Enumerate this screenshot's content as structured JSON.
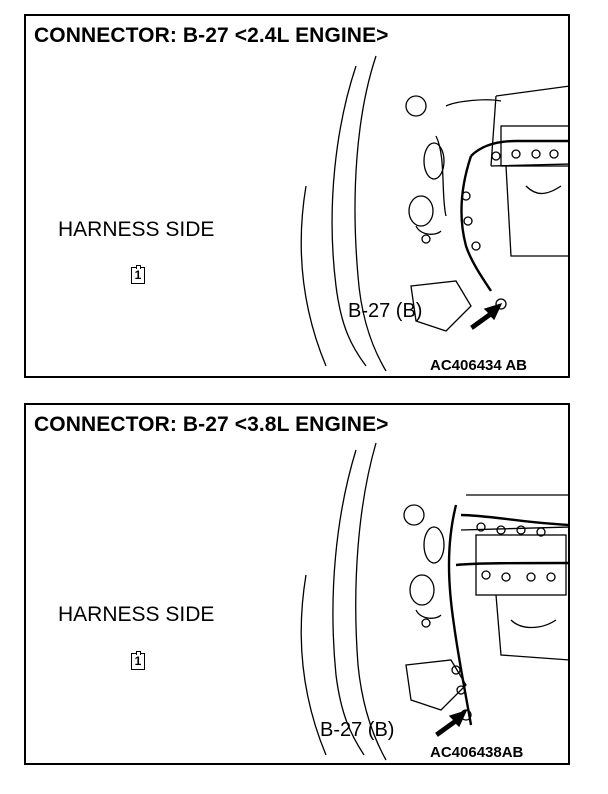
{
  "panels": [
    {
      "title": "CONNECTOR: B-27 <2.4L ENGINE>",
      "harness_side": "HARNESS SIDE",
      "pin_number": "1",
      "connector_label": "B-27 (B)",
      "figure_code": "AC406434 AB",
      "icons": [
        "connector-pin-icon",
        "pointer-arrow-icon"
      ]
    },
    {
      "title": "CONNECTOR: B-27 <3.8L ENGINE>",
      "harness_side": "HARNESS SIDE",
      "pin_number": "1",
      "connector_label": "B-27 (B)",
      "figure_code": "AC406438AB",
      "icons": [
        "connector-pin-icon",
        "pointer-arrow-icon"
      ]
    }
  ]
}
